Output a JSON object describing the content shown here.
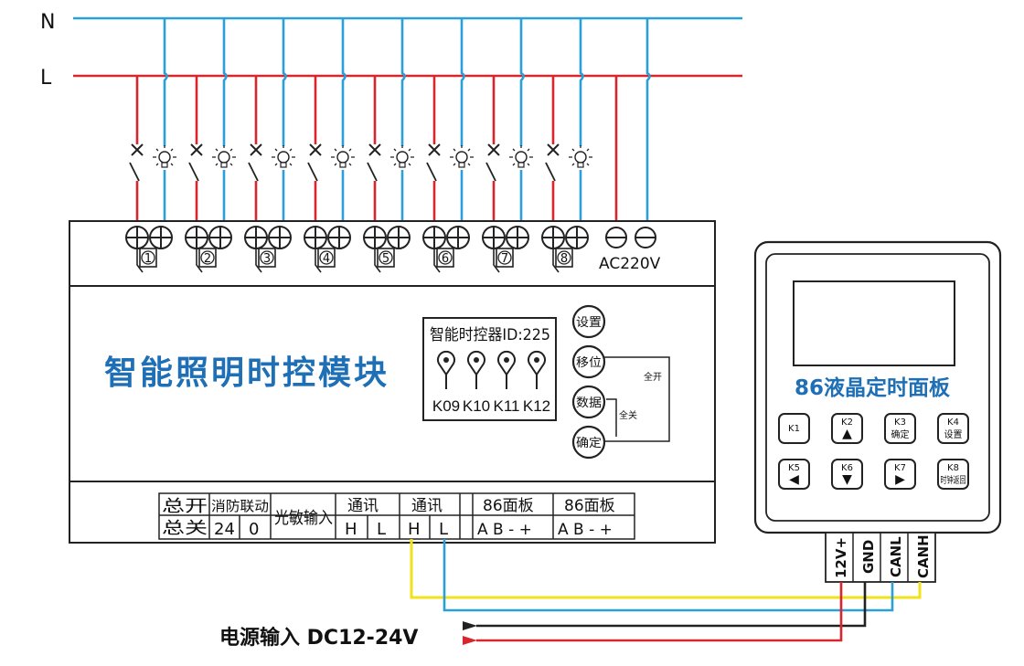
{
  "lines": {
    "n_label": "N",
    "l_label": "L"
  },
  "module": {
    "title": "智能照明时控模块",
    "terminal_numbers": [
      "1",
      "2",
      "3",
      "4",
      "5",
      "6",
      "7",
      "8"
    ],
    "ac_label": "AC220V",
    "inner_panel": {
      "title": "智能时控器ID:225",
      "keys": [
        "K09",
        "K10",
        "K11",
        "K12"
      ]
    },
    "buttons": [
      "设置",
      "移位",
      "数据",
      "确定"
    ],
    "bracket_labels": {
      "all_on": "全开",
      "all_off": "全关"
    },
    "bottom_terminals": {
      "master_on": "总开",
      "master_off": "总关",
      "fire": "消防联动",
      "fire_values": [
        "24",
        "0"
      ],
      "light_sensor": "光敏输入",
      "comm1": {
        "label": "通讯",
        "pins": [
          "H",
          "L"
        ]
      },
      "comm2": {
        "label": "通讯",
        "pins": [
          "H",
          "L"
        ]
      },
      "panel1": {
        "label": "86面板",
        "pins": "A B - +"
      },
      "panel2": {
        "label": "86面板",
        "pins": "A B - +"
      }
    }
  },
  "lcd_panel": {
    "title": "86液晶定时面板",
    "keys": [
      {
        "id": "K1",
        "sub": ""
      },
      {
        "id": "K2",
        "sub": "▲"
      },
      {
        "id": "K3",
        "sub": "确定"
      },
      {
        "id": "K4",
        "sub": "设置"
      },
      {
        "id": "K5",
        "sub": "◀"
      },
      {
        "id": "K6",
        "sub": "▼"
      },
      {
        "id": "K7",
        "sub": "▶"
      },
      {
        "id": "K8",
        "sub": "时钟返回"
      }
    ],
    "terminals": [
      "12V+",
      "GND",
      "CANL",
      "CANH"
    ]
  },
  "power": {
    "label": "电源输入  DC12-24V"
  },
  "colors": {
    "red": "#d8262e",
    "blue": "#2a9fd8",
    "yellow": "#f2e21a",
    "title_blue": "#1e6fb5"
  }
}
